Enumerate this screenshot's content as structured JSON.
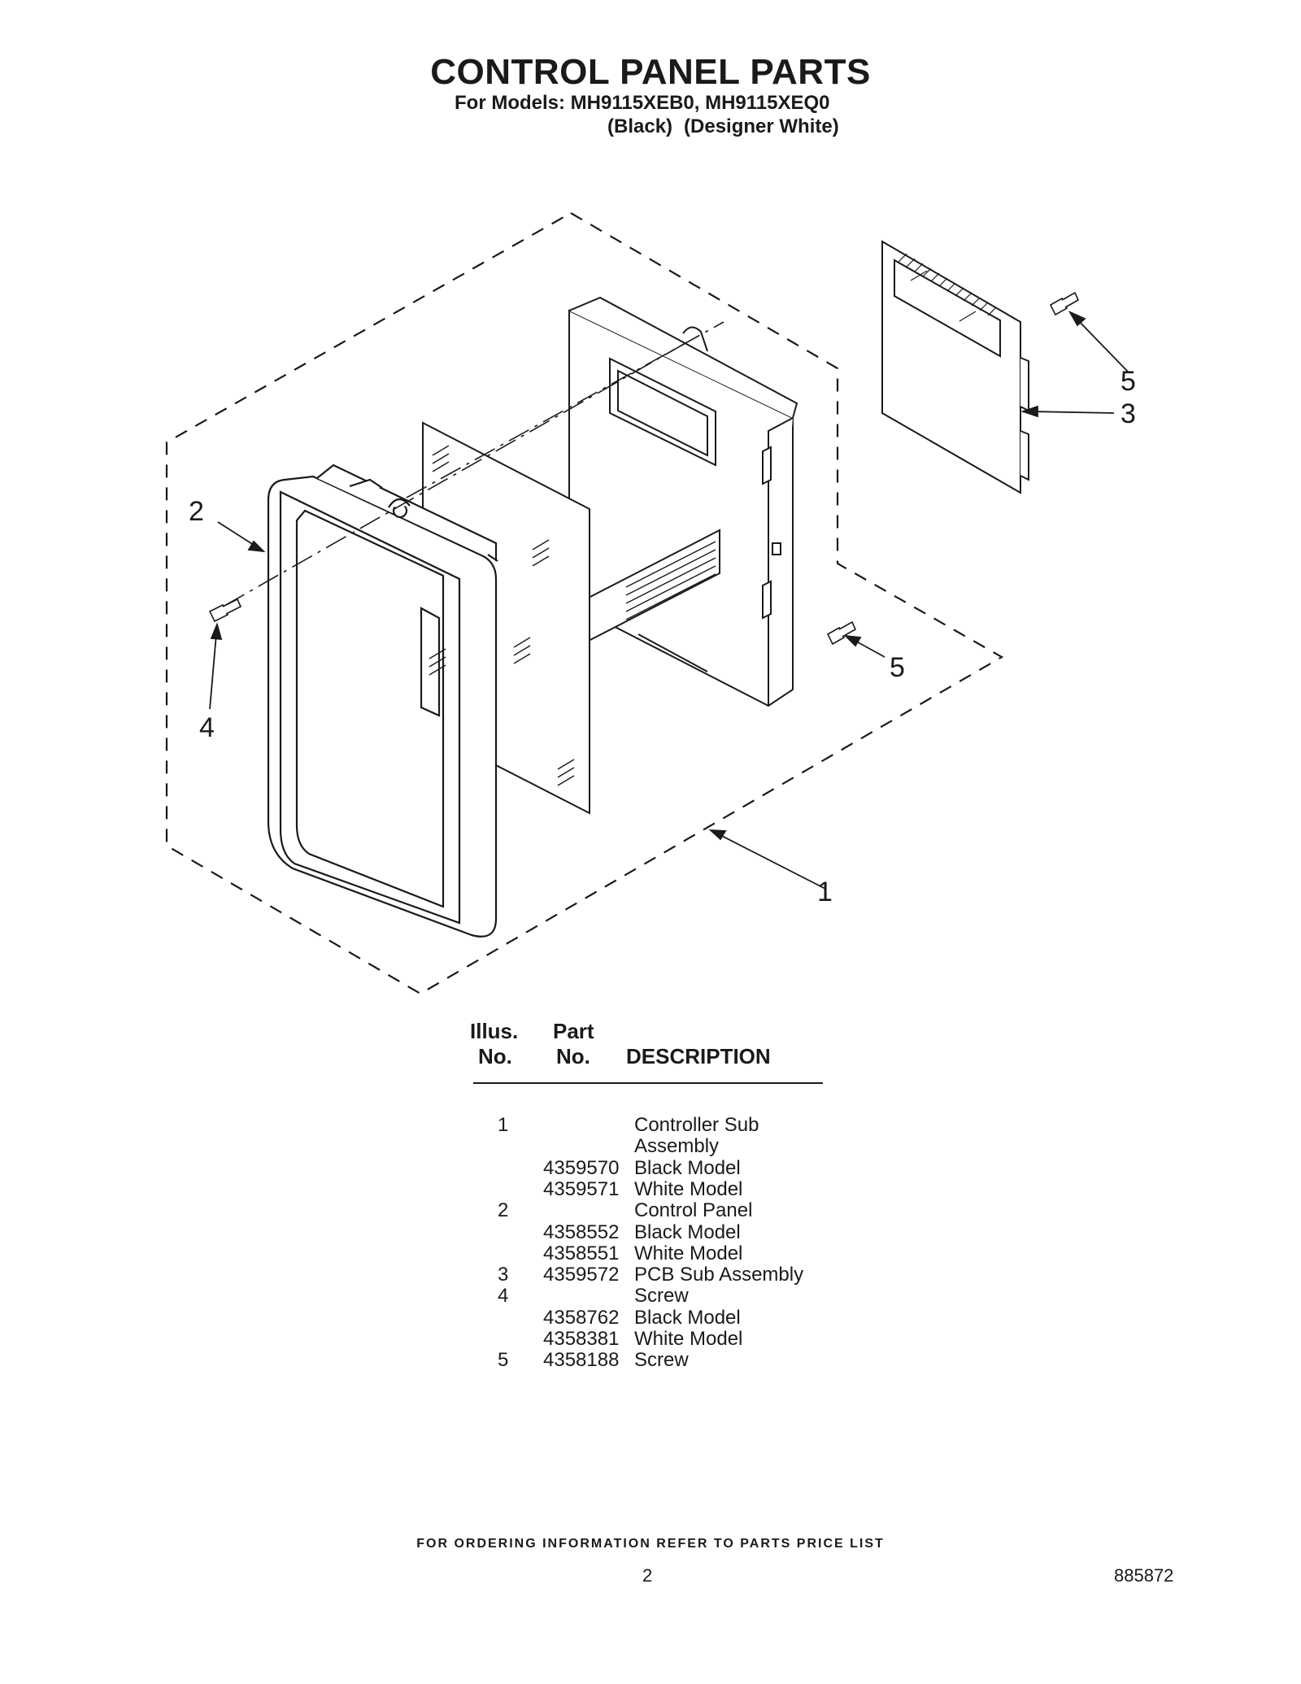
{
  "header": {
    "title": "CONTROL PANEL PARTS",
    "models_line": "For Models: MH9115XEB0, MH9115XEQ0",
    "variant_black": "(Black)",
    "variant_white": "(Designer White)"
  },
  "diagram": {
    "callouts": [
      "1",
      "2",
      "3",
      "4",
      "5",
      "5"
    ]
  },
  "parts_table": {
    "headers": {
      "illus_1": "Illus.",
      "illus_2": "No.",
      "part_1": "Part",
      "part_2": "No.",
      "description": "DESCRIPTION"
    },
    "rows": [
      {
        "illus": "1",
        "part": "",
        "desc": "Controller Sub"
      },
      {
        "illus": "",
        "part": "",
        "desc": "Assembly"
      },
      {
        "illus": "",
        "part": "4359570",
        "desc": "Black Model"
      },
      {
        "illus": "",
        "part": "4359571",
        "desc": "White Model"
      },
      {
        "illus": "2",
        "part": "",
        "desc": "Control Panel"
      },
      {
        "illus": "",
        "part": "4358552",
        "desc": "Black Model"
      },
      {
        "illus": "",
        "part": "4358551",
        "desc": "White Model"
      },
      {
        "illus": "3",
        "part": "4359572",
        "desc": "PCB Sub Assembly"
      },
      {
        "illus": "4",
        "part": "",
        "desc": "Screw"
      },
      {
        "illus": "",
        "part": "4358762",
        "desc": "Black Model"
      },
      {
        "illus": "",
        "part": "4358381",
        "desc": "White Model"
      },
      {
        "illus": "5",
        "part": "4358188",
        "desc": "Screw"
      }
    ]
  },
  "footer": {
    "ordering_note": "FOR ORDERING INFORMATION REFER TO PARTS PRICE LIST",
    "page_number": "2",
    "document_number": "885872"
  }
}
